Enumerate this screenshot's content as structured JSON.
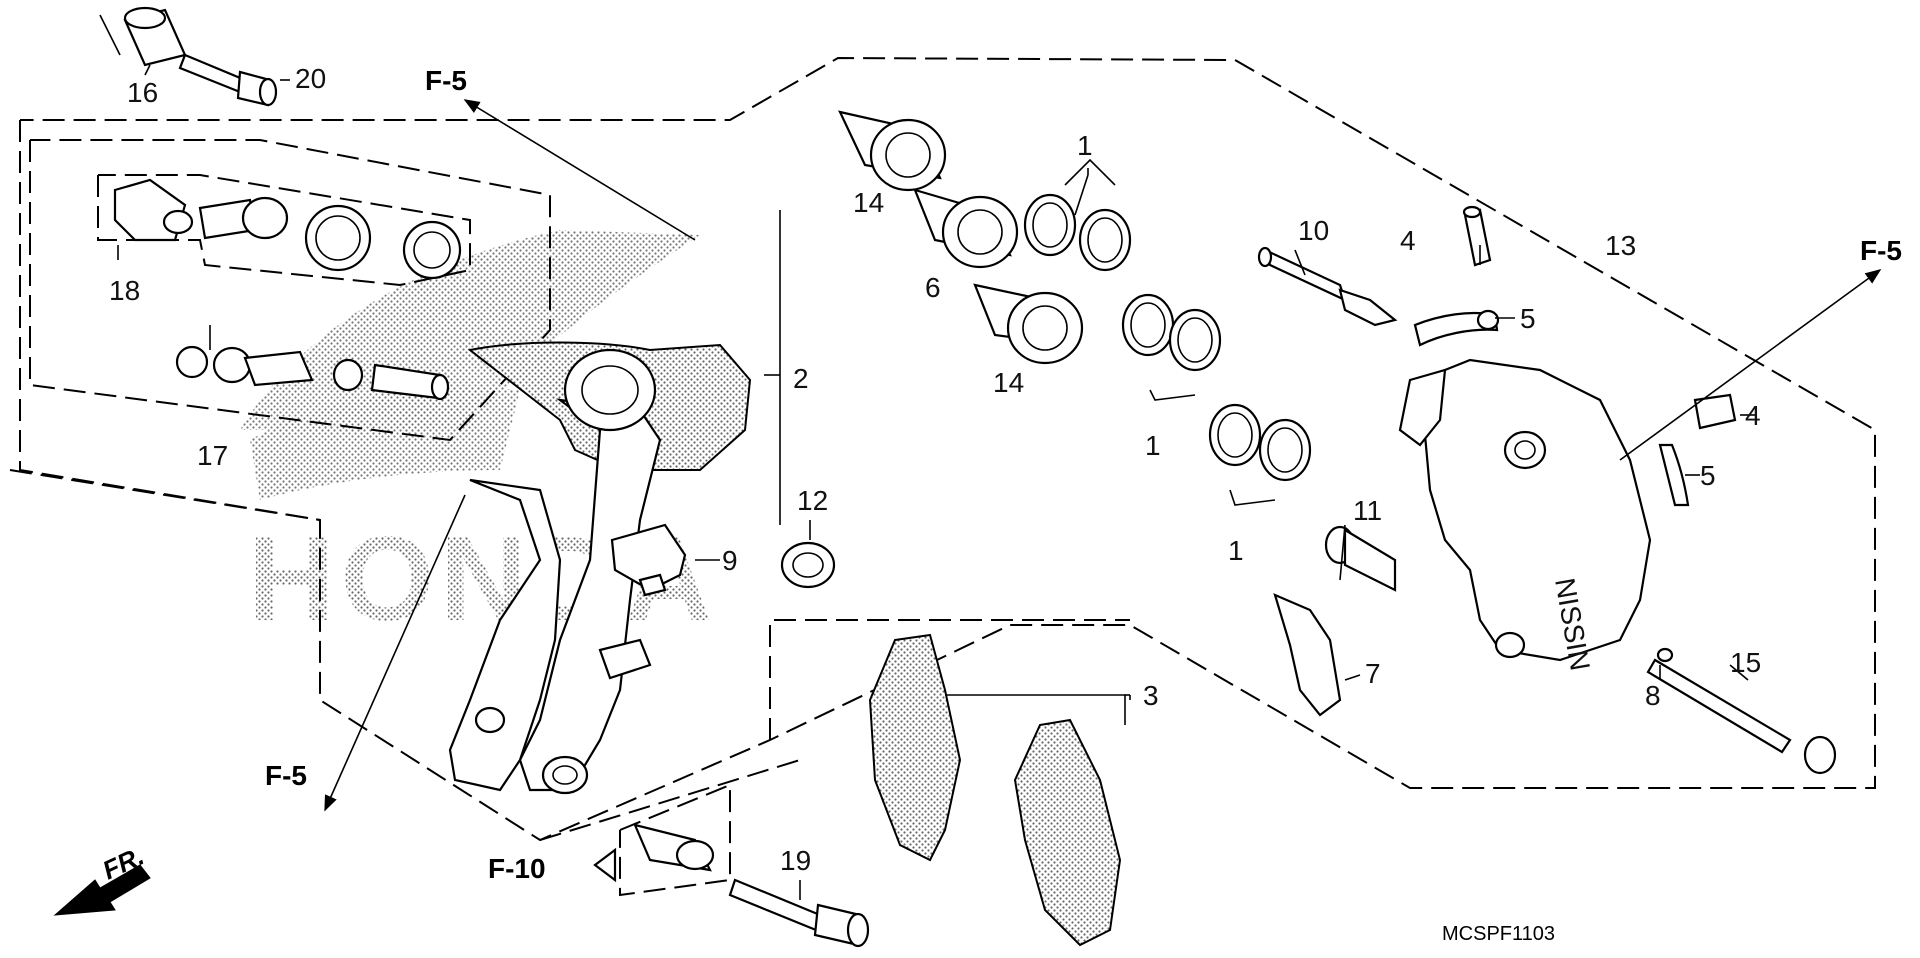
{
  "diagram_code": "MCSPF1103",
  "watermark": "HONDA",
  "front_label": "FR.",
  "refs": {
    "f5": "F-5",
    "f10": "F-10"
  },
  "callouts": {
    "c1": "1",
    "c2": "2",
    "c3": "3",
    "c4": "4",
    "c5": "5",
    "c6": "6",
    "c7": "7",
    "c8": "8",
    "c9": "9",
    "c10": "10",
    "c11": "11",
    "c12": "12",
    "c13": "13",
    "c14": "14",
    "c15": "15",
    "c16": "16",
    "c17": "17",
    "c18": "18",
    "c19": "19",
    "c20": "20"
  }
}
